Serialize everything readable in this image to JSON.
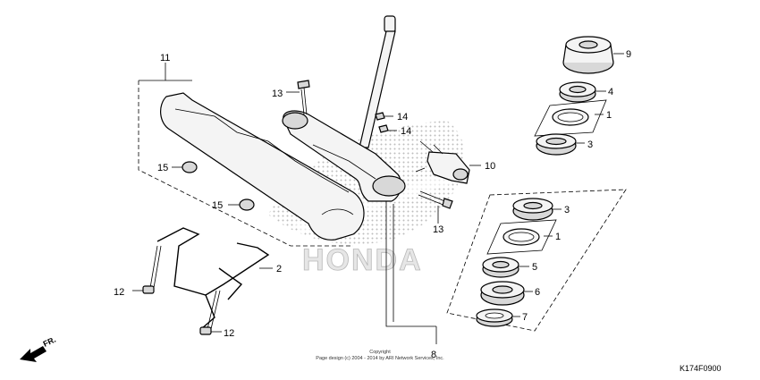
{
  "callouts": {
    "c1a": "1",
    "c1b": "1",
    "c2": "2",
    "c3a": "3",
    "c3b": "3",
    "c4": "4",
    "c5": "5",
    "c6": "6",
    "c7": "7",
    "c8": "8",
    "c9": "9",
    "c10": "10",
    "c11": "11",
    "c12a": "12",
    "c12b": "12",
    "c13a": "13",
    "c13b": "13",
    "c14a": "14",
    "c14b": "14",
    "c15a": "15",
    "c15b": "15"
  },
  "watermark": "HONDA",
  "copyright": {
    "line1": "Copyright",
    "line2": "Page design (c) 2004 - 2014 by ARI Network Services, Inc."
  },
  "front_label": "FR.",
  "diagram_code": "K174F0900"
}
